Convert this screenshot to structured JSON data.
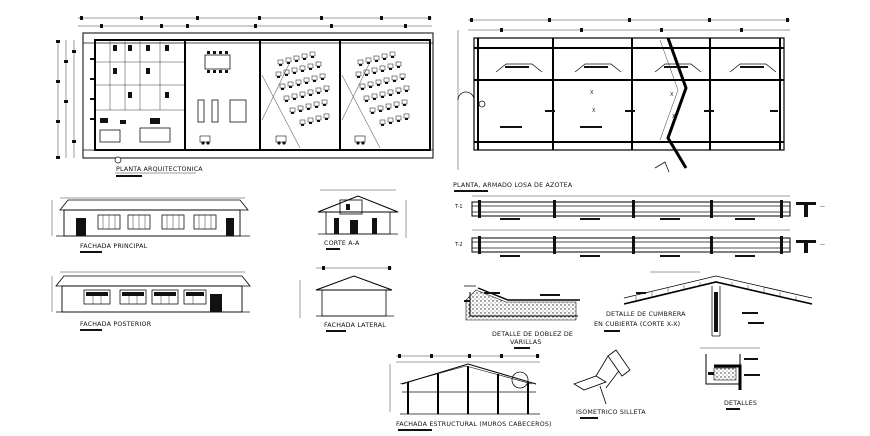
{
  "labels": {
    "planta_arquitectonica": "PLANTA ARQUITECTONICA",
    "planta_armado": "PLANTA, ARMADO  LOSA DE AZOTEA",
    "fachada_principal": "FACHADA PRINCIPAL",
    "corte_a": "CORTE A-A",
    "fachada_posterior": "FACHADA POSTERIOR",
    "fachada_lateral": "FACHADA LATERAL",
    "t1": "T-1",
    "t2": "T-2",
    "detalle_doblez_1": "DETALLE DE DOBLEZ DE",
    "detalle_doblez_2": "VARILLAS",
    "detalle_cumbrera_1": "DETALLE DE CUMBRERA",
    "detalle_cumbrera_2": "EN CUBIERTA (CORTE X-X)",
    "fachada_estructural": "FACHADA ESTRUCTURAL (MUROS CABECEROS)",
    "isometrico": "ISOMETRICO SILLETA",
    "detalles": "DETALLES"
  },
  "colors": {
    "ink": "#111111",
    "paper": "#ffffff"
  }
}
